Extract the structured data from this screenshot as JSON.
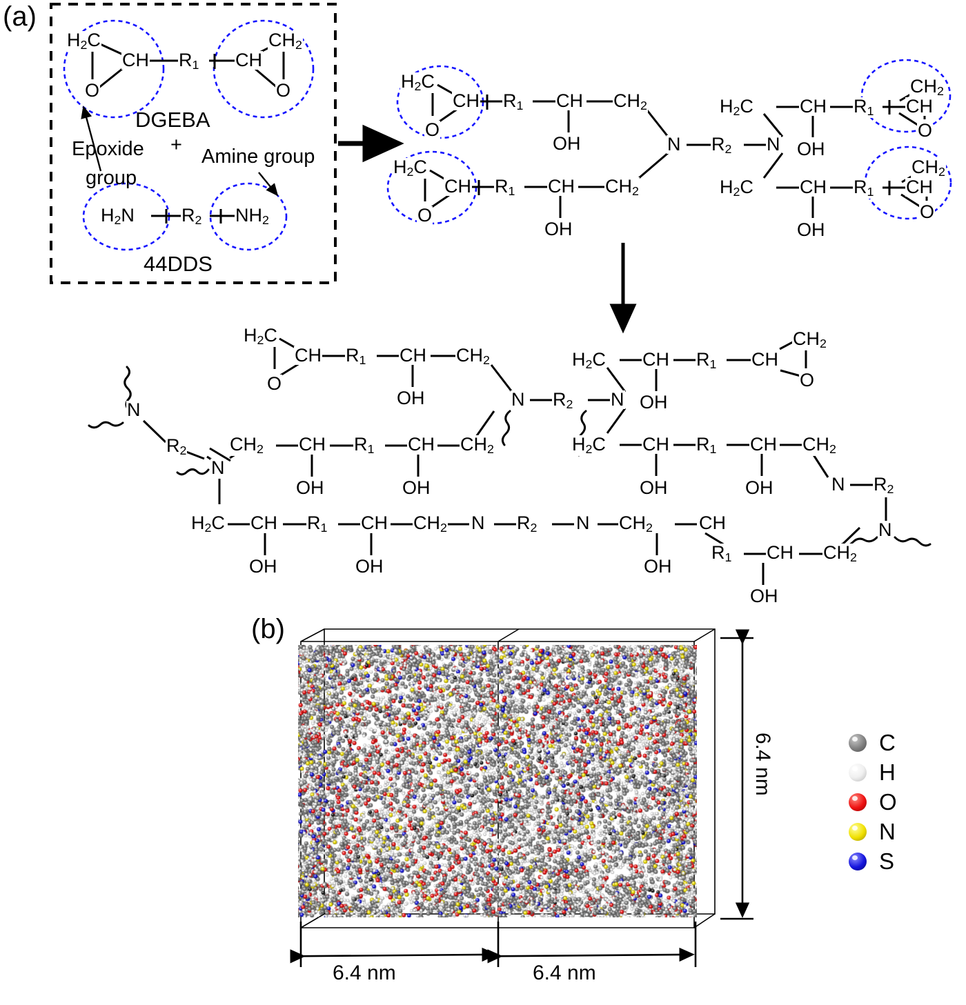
{
  "figure": {
    "panel_a_label": "(a)",
    "panel_b_label": "(b)"
  },
  "panel_a": {
    "reactants_box": {
      "dgeba_name": "DGEBA",
      "dds_name": "44DDS",
      "plus_sign": "+",
      "annotations": [
        {
          "name": "epoxide-group-annotation",
          "line1": "Epoxide",
          "line2": "group"
        },
        {
          "name": "amine-group-annotation",
          "line1": "Amine group"
        }
      ],
      "dgeba_atoms": [
        "H₂C",
        "CH",
        "O",
        "R₁",
        "CH",
        "CH₂",
        "O"
      ],
      "dds_atoms": [
        "H₂N",
        "R₂",
        "NH₂"
      ]
    },
    "step2": {
      "atoms": [
        "H₂C",
        "O",
        "CH",
        "R₁",
        "CH",
        "OH",
        "CH₂",
        "N",
        "R₂",
        "N",
        "H₂C",
        "O",
        "CH",
        "R₁",
        "CH",
        "OH",
        "CH₂",
        "H₂C",
        "CH",
        "OH",
        "R₁",
        "CH",
        "CH₂",
        "O",
        "H₂C",
        "CH",
        "OH",
        "R₁",
        "CH",
        "CH₂",
        "O"
      ]
    },
    "step3": {
      "atoms": [
        "H₂C",
        "O",
        "CH",
        "R₁",
        "CH",
        "OH",
        "CH₂",
        "N",
        "R₂",
        "N",
        "H₂C",
        "CH",
        "OH",
        "R₁",
        "CH",
        "CH₂",
        "O",
        "CH₂",
        "CH",
        "OH",
        "R₁",
        "CH",
        "OH",
        "CH₂",
        "H₂C",
        "CH",
        "R₂",
        "N",
        "OH",
        "H₂C",
        "CH",
        "OH",
        "R₁",
        "CH",
        "CH₂",
        "N",
        "R₂",
        "N"
      ]
    },
    "colors": {
      "highlight_circle": "#1414ff",
      "box_border": "#000000",
      "bond": "#000000"
    }
  },
  "panel_b": {
    "dimensions": {
      "width_left": "6.4 nm",
      "width_right": "6.4 nm",
      "height": "6.4 nm"
    },
    "legend": [
      {
        "label": "C",
        "color": "#808080",
        "name": "carbon"
      },
      {
        "label": "H",
        "color": "#f2f2f2",
        "name": "hydrogen"
      },
      {
        "label": "O",
        "color": "#ee1111",
        "name": "oxygen"
      },
      {
        "label": "N",
        "color": "#f0e000",
        "name": "nitrogen"
      },
      {
        "label": "S",
        "color": "#1414dd",
        "name": "sulfur"
      }
    ]
  }
}
